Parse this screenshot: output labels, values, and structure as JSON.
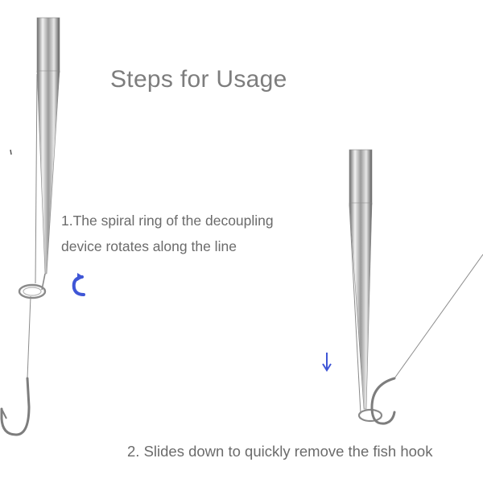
{
  "title": "Steps for Usage",
  "steps": [
    {
      "line1": "1.The spiral ring of the decoupling",
      "line2": "device rotates along the line"
    },
    {
      "line1": "2. Slides down to quickly remove the fish hook"
    }
  ],
  "icons": {
    "rotate": "rotate-arrow-icon",
    "down": "down-arrow-icon"
  },
  "colors": {
    "text": "#6b6b6b",
    "accent": "#3f56d6",
    "metal": "#9a9a9a"
  }
}
